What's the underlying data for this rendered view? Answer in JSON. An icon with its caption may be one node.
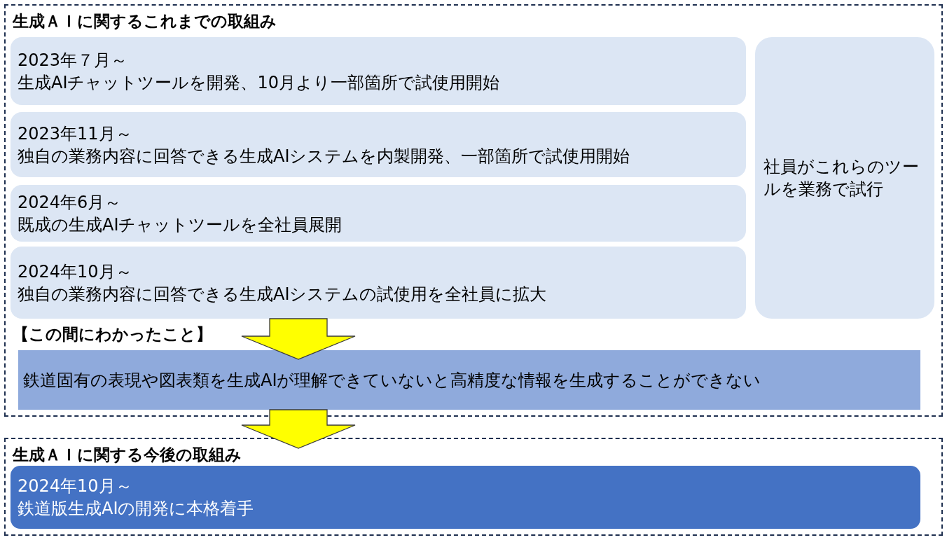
{
  "diagram": {
    "nodes": [
      {
        "text": [
          "生成ＡＩに関するこれまでの取組み"
        ]
      },
      {
        "text": [
          "2023年７月～",
          "生成AIチャットツールを開発、10月より一部箇所で試使用開始"
        ],
        "in": 0
      },
      {
        "text": [
          "2023年11月～",
          "独自の業務内容に回答できる生成AIシステムを内製開発、一部箇所で試使用開始"
        ],
        "in": 0
      },
      {
        "text": [
          "2024年6月～",
          "既成の生成AIチャットツールを全社員展開"
        ],
        "in": 0
      },
      {
        "text": [
          "2024年10月～",
          "独自の業務内容に回答できる生成AIシステムの試使用を全社員に拡大"
        ],
        "in": 0
      },
      {
        "text": [
          "社員がこれらのツールを業務で試行"
        ],
        "in": 0
      },
      {
        "text": [
          "鉄道固有の表現や図表類を生成AIが理解できていないと高精度な情報を生成することができない"
        ],
        "in": 0
      },
      {
        "text": [
          "生成ＡＩに関する今後の取組み"
        ]
      },
      {
        "text": [
          "2024年10月～",
          "鉄道版生成AIの開発に本格着手"
        ],
        "in": 7
      }
    ],
    "edges": [
      {
        "from": 4,
        "to": 6,
        "arrow": "to"
      },
      {
        "from": 6,
        "to": 7,
        "arrow": "to"
      }
    ],
    "labels": [
      "【この間にわかったこと】"
    ]
  }
}
